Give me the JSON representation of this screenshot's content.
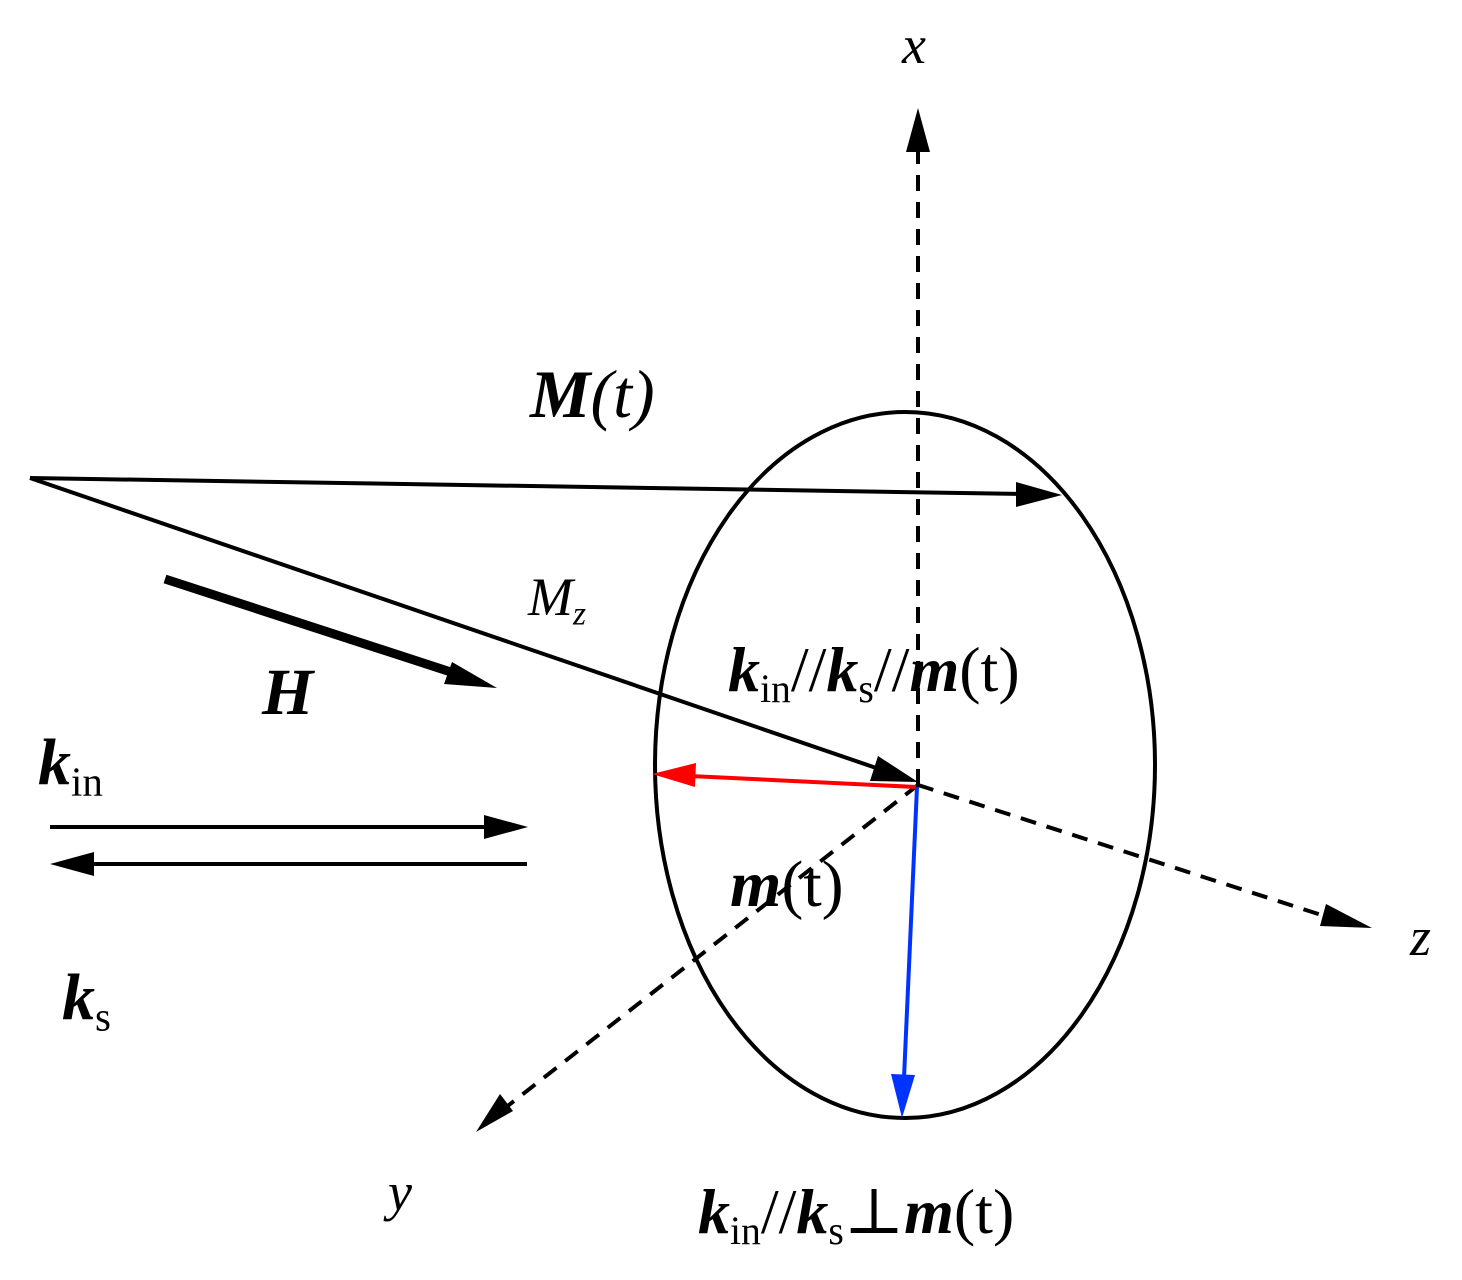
{
  "labels": {
    "axis_x": "x",
    "axis_y": "y",
    "axis_z": "z",
    "magnetization": {
      "sym": "M",
      "arg": "(t)"
    },
    "mz": {
      "sym": "M",
      "sub": "z"
    },
    "field": "H",
    "k_in_left": {
      "sym": "k",
      "sub": "in"
    },
    "k_s_left": {
      "sym": "k",
      "sub": "s"
    },
    "parallel_label": {
      "k": "k",
      "in": "in",
      "sep1": "//",
      "k2": "k",
      "s": "s",
      "sep2": "//",
      "m": "m",
      "arg": "(t)"
    },
    "small_m": {
      "sym": "m",
      "arg": "(t)"
    },
    "perp_label": {
      "k": "k",
      "in": "in",
      "sep1": "//",
      "k2": "k",
      "s": "s",
      "perp": "⊥",
      "m": "m",
      "arg": "(t)"
    }
  },
  "colors": {
    "line": "#000000",
    "red_vector": "#ff0000",
    "blue_vector": "#0033ff"
  }
}
